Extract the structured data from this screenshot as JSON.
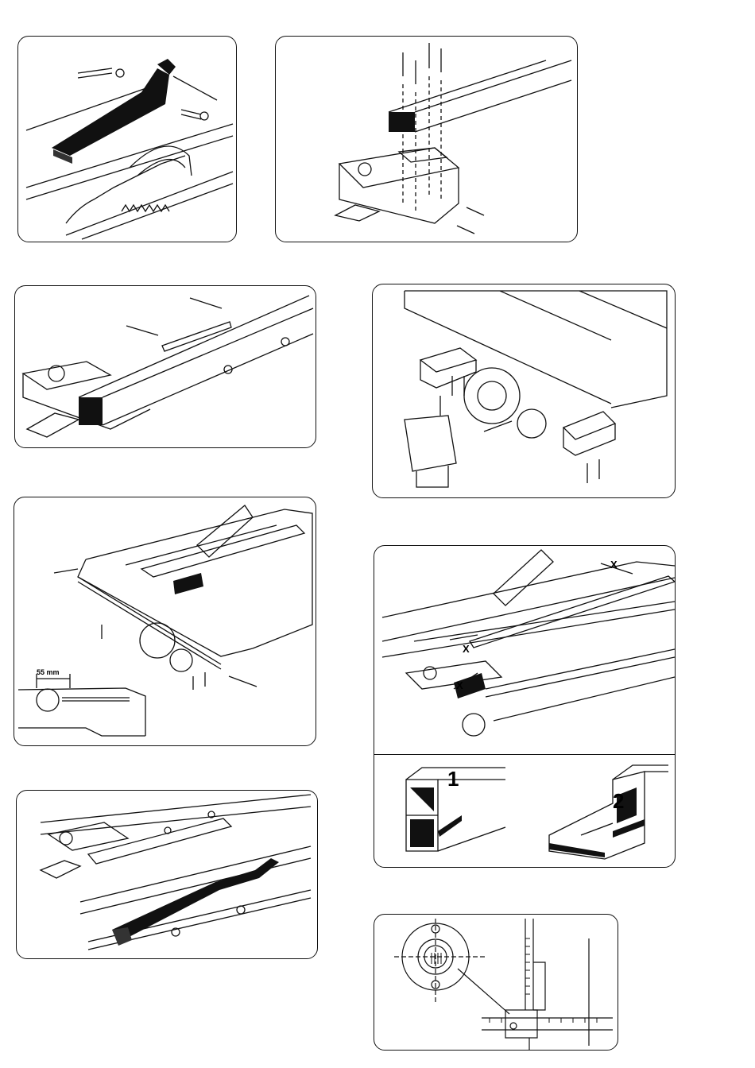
{
  "figures": [
    {
      "id": "riving-knife-guard",
      "labels": []
    },
    {
      "id": "fence-bar-mounting",
      "labels": []
    },
    {
      "id": "fence-rail-bolts",
      "labels": []
    },
    {
      "id": "table-bracket-mounting",
      "labels": []
    },
    {
      "id": "fence-on-table",
      "labels": [
        "55 mm"
      ]
    },
    {
      "id": "fence-alignment",
      "labels": [
        "X",
        "X",
        "X"
      ]
    },
    {
      "id": "fence-profile",
      "labels": [
        "1",
        "2"
      ]
    },
    {
      "id": "sliding-carriage-rail",
      "labels": []
    },
    {
      "id": "scale-detail",
      "labels": []
    }
  ],
  "text": {
    "dimension": "55 mm",
    "x_mark": "X",
    "profile_1": "1",
    "profile_2": "2"
  },
  "colors": {
    "line": "#111111",
    "fill_dark": "#111111",
    "paper": "#ffffff"
  }
}
